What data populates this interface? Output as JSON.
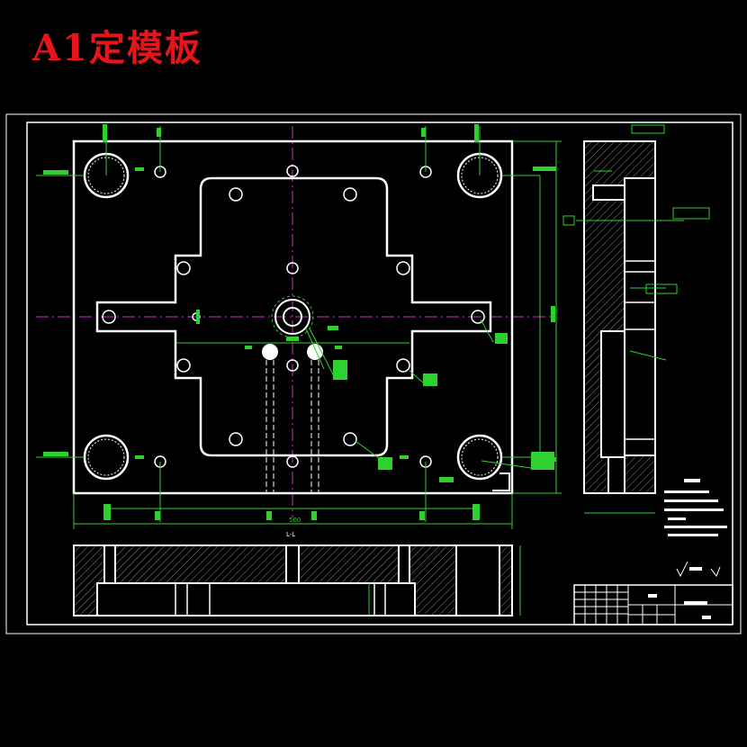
{
  "title": "A1定模板",
  "colors": {
    "background": "#000000",
    "title": "#e8141c",
    "outline": "#ffffff",
    "dimension": "#2fd12f",
    "centerline": "#d12fd1",
    "hatch": "#8a8a8a",
    "hole_fill": "#ffffff"
  },
  "views": {
    "plan": "plan-view",
    "section": "section-view-l-l",
    "side": "side-section-view"
  },
  "labels": {
    "section_mark": "L-L",
    "width_dim": "500"
  }
}
